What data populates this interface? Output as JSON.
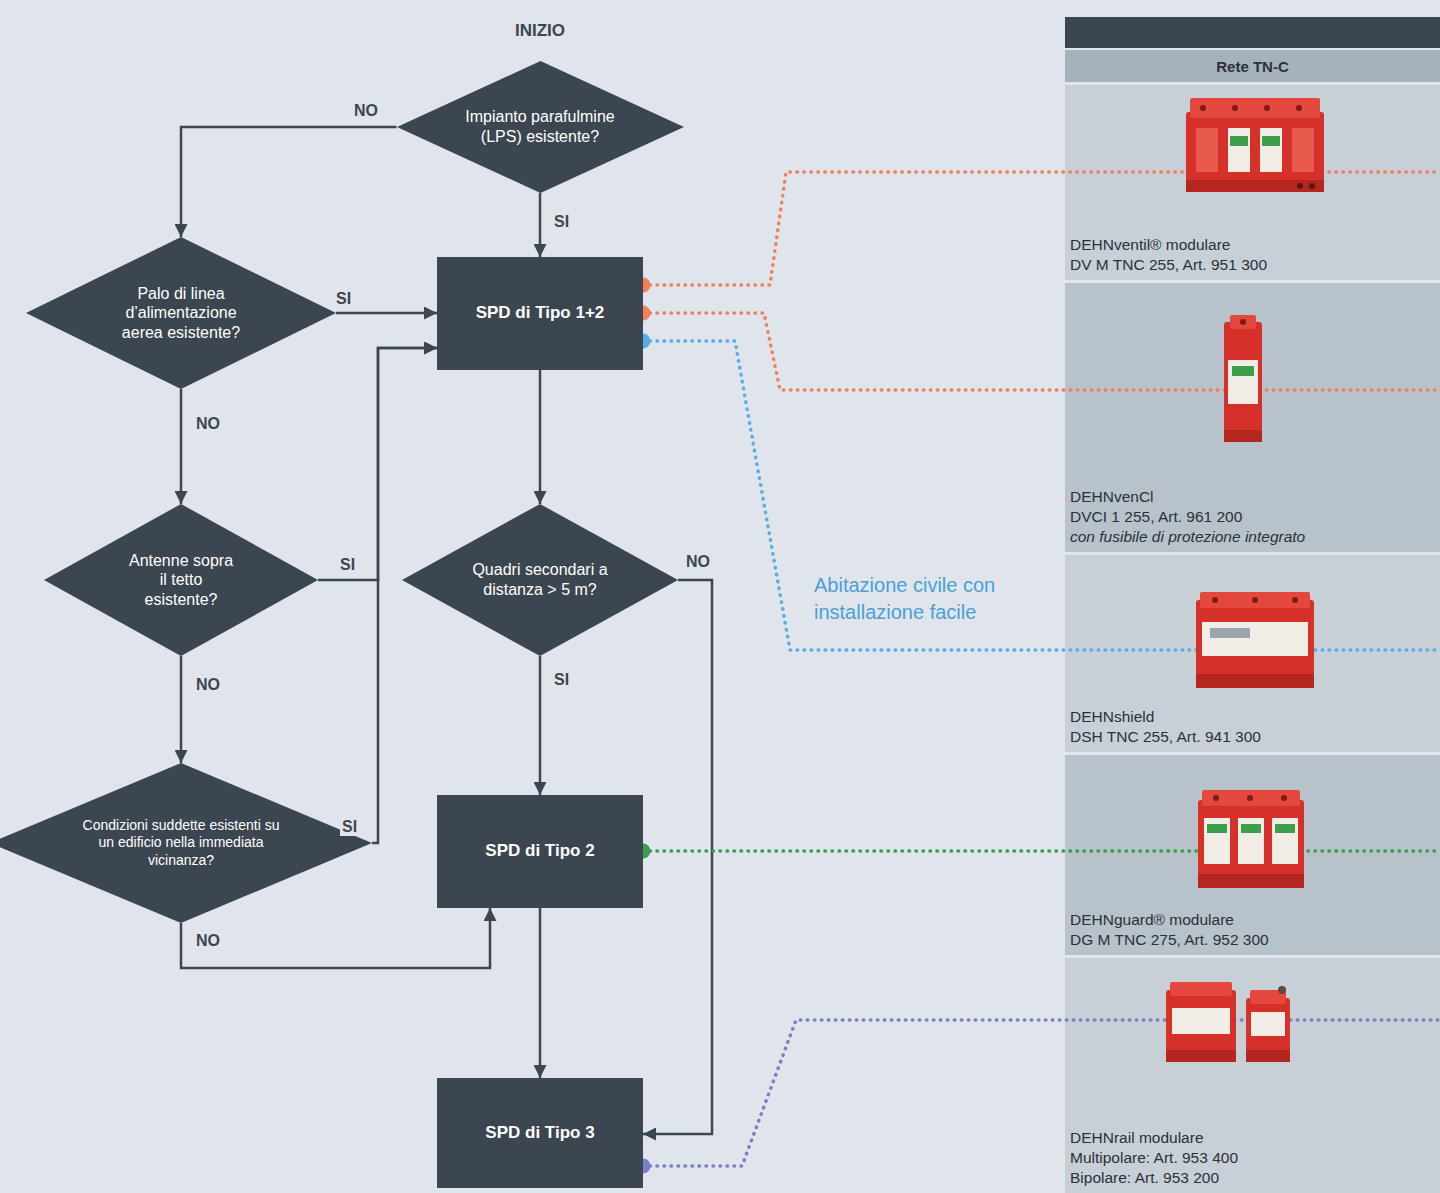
{
  "diagram": {
    "nodes": [
      {
        "text": [
          "Impianto parafulmine (LPS) esistente?"
        ]
      },
      {
        "text": [
          "Palo di linea d’alimentazione aerea esistente?"
        ]
      },
      {
        "text": [
          "SPD di Tipo 1+2"
        ]
      },
      {
        "text": [
          "Antenne sopra il tetto esistente?"
        ]
      },
      {
        "text": [
          "Quadri secondari a distanza > 5 m?"
        ]
      },
      {
        "text": [
          "Condizioni suddette esistenti su un edificio nella immediata vicinanza?"
        ]
      },
      {
        "text": [
          "SPD di Tipo 2"
        ]
      },
      {
        "text": [
          "SPD di Tipo 3"
        ]
      },
      {
        "text": [
          "Rete TN-C"
        ]
      },
      {
        "text": [
          "DEHNventil® modulare",
          "DV M TNC 255, Art. 951 300"
        ]
      },
      {
        "text": [
          "DEHNvenCl",
          "DVCI 1 255, Art. 961 200",
          "con fusibile di protezione integrato"
        ]
      },
      {
        "text": [
          "DEHNshield",
          "DSH TNC 255, Art. 941 300"
        ]
      },
      {
        "text": [
          "DEHNguard® modulare",
          "DG M TNC 275, Art. 952 300"
        ]
      },
      {
        "text": [
          "DEHNrail modulare",
          "Multipolare: Art. 953 400",
          "Bipolare: Art. 953 200"
        ]
      }
    ],
    "edges": [
      {
        "from": 0,
        "to": 1,
        "label": "NO",
        "arrow": "to"
      },
      {
        "from": 0,
        "to": 2,
        "label": "SI",
        "arrow": "to"
      },
      {
        "from": 1,
        "to": 2,
        "label": "SI",
        "arrow": "to"
      },
      {
        "from": 1,
        "to": 3,
        "label": "NO",
        "arrow": "to"
      },
      {
        "from": 3,
        "to": 2,
        "label": "SI",
        "arrow": "to"
      },
      {
        "from": 3,
        "to": 5,
        "label": "NO",
        "arrow": "to"
      },
      {
        "from": 5,
        "to": 2,
        "label": "SI",
        "arrow": "to"
      },
      {
        "from": 5,
        "to": 6,
        "label": "NO",
        "arrow": "to"
      },
      {
        "from": 2,
        "to": 4,
        "arrow": "to"
      },
      {
        "from": 4,
        "to": 6,
        "label": "SI",
        "arrow": "to"
      },
      {
        "from": 4,
        "to": 7,
        "label": "NO",
        "arrow": "to"
      },
      {
        "from": 6,
        "to": 7,
        "arrow": "to"
      },
      {
        "from": 2,
        "to": 9,
        "arrow": "none"
      },
      {
        "from": 2,
        "to": 10,
        "arrow": "none"
      },
      {
        "from": 2,
        "to": 11,
        "label": "Abitazione civile con installazione facile",
        "arrow": "none"
      },
      {
        "from": 6,
        "to": 12,
        "arrow": "none"
      },
      {
        "from": 7,
        "to": 13,
        "arrow": "none"
      }
    ],
    "labels": [
      "INIZIO"
    ]
  }
}
